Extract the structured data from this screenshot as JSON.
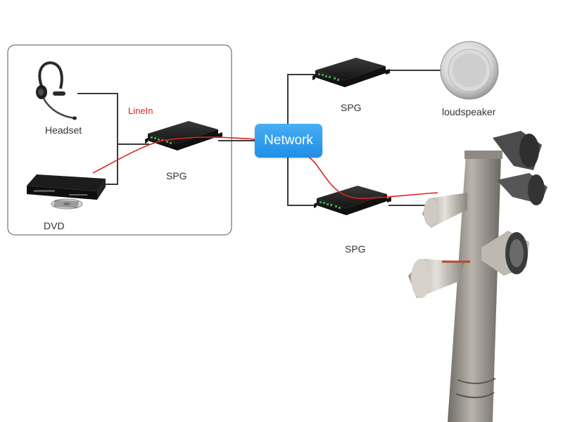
{
  "labels": {
    "headset": "Headset",
    "dvd": "DVD",
    "linein": "LineIn",
    "spg_source": "SPG",
    "network": "Network",
    "spg_top": "SPG",
    "spg_bottom": "SPG",
    "loudspeaker": "loudspeaker"
  },
  "colors": {
    "line_gray": "#3a3a3a",
    "line_red": "#e02020",
    "network_blue": "#2a9af0",
    "device_black": "#1b1b1b",
    "terminal_green": "#3da34a",
    "pole_gray": "#8d8a84"
  },
  "icons": [
    "headset-icon",
    "dvd-player-icon",
    "spg-device-icon",
    "loudspeaker-icon",
    "horn-speaker-pole-icon"
  ]
}
